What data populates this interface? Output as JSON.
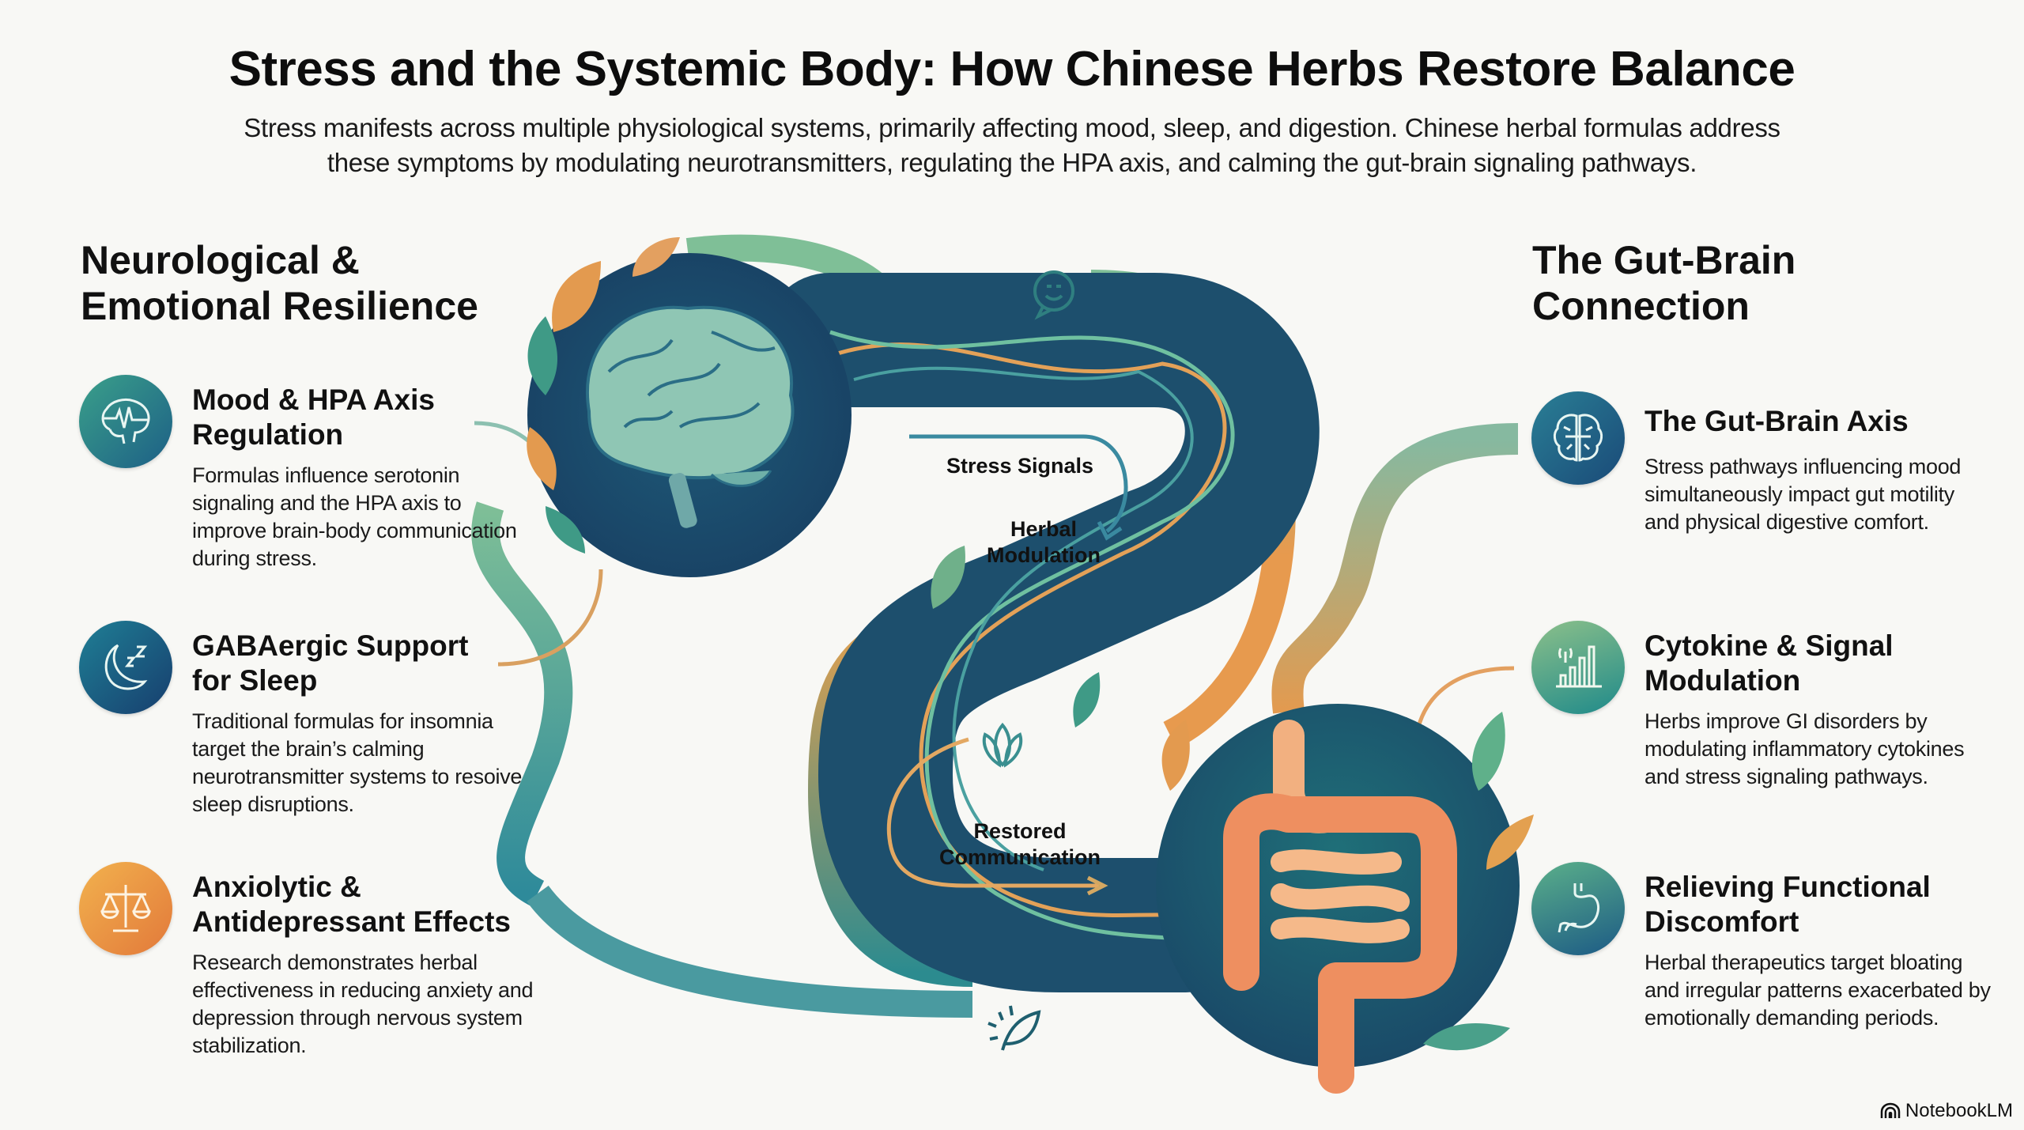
{
  "header": {
    "title": "Stress and the Systemic Body: How Chinese Herbs Restore Balance",
    "subtitle_line1": "Stress manifests across multiple physiological systems, primarily affecting mood, sleep, and digestion. Chinese herbal formulas address",
    "subtitle_line2": "these symptoms by modulating neurotransmitters, regulating the HPA axis, and calming the gut-brain signaling pathways."
  },
  "left_section": {
    "heading_line1": "Neurological &",
    "heading_line2": "Emotional Resilience",
    "items": [
      {
        "icon": "brain-pulse-icon",
        "title_line1": "Mood & HPA Axis",
        "title_line2": "Regulation",
        "body": "Formulas influence serotonin signaling and the HPA axis to improve brain-body communication during stress.",
        "color_from": "#3aa08a",
        "color_to": "#1d5f86"
      },
      {
        "icon": "moon-sleep-icon",
        "title_line1": "GABAergic Support",
        "title_line2": "for Sleep",
        "body": "Traditional formulas for insomnia target the brain’s calming neurotransmitter systems to resoive sleep disruptions.",
        "color_from": "#1f7f95",
        "color_to": "#173e6e"
      },
      {
        "icon": "balance-scale-icon",
        "title_line1": "Anxiolytic &",
        "title_line2": "Antidepressant Effects",
        "body": "Research demonstrates herbal effectiveness in reducing anxiety and depression through nervous system stabilization.",
        "color_from": "#f2b24e",
        "color_to": "#e2793a"
      }
    ]
  },
  "right_section": {
    "heading_line1": "The Gut-Brain",
    "heading_line2": "Connection",
    "items": [
      {
        "icon": "brain-icon",
        "title_line1": "The Gut-Brain Axis",
        "title_line2": "",
        "body": "Stress pathways influencing mood simultaneously impact gut motility and physical digestive comfort.",
        "color_from": "#2a7f95",
        "color_to": "#1a4a78"
      },
      {
        "icon": "signal-bars-icon",
        "title_line1": "Cytokine & Signal",
        "title_line2": "Modulation",
        "body": "Herbs improve GI disorders by modulating inflammatory cytokines and stress signaling pathways.",
        "color_from": "#8cc08a",
        "color_to": "#1f8a8a"
      },
      {
        "icon": "stomach-icon",
        "title_line1": "Relieving Functional",
        "title_line2": "Discomfort",
        "body": "Herbal therapeutics target bloating and irregular patterns exacerbated by emotionally demanding periods.",
        "color_from": "#5bb08a",
        "color_to": "#1c5a85"
      }
    ]
  },
  "flow": {
    "stress_signals": "Stress Signals",
    "herbal_modulation_line1": "Herbal",
    "herbal_modulation_line2": "Modulation",
    "restored_line1": "Restored",
    "restored_line2": "Communication"
  },
  "colors": {
    "navy": "#1b4868",
    "teal": "#1f6f7c",
    "sage": "#6fb08f",
    "orange": "#e39a4f",
    "peach": "#f0a070",
    "background": "#f8f8f5"
  },
  "brand": {
    "name": "NotebookLM"
  }
}
